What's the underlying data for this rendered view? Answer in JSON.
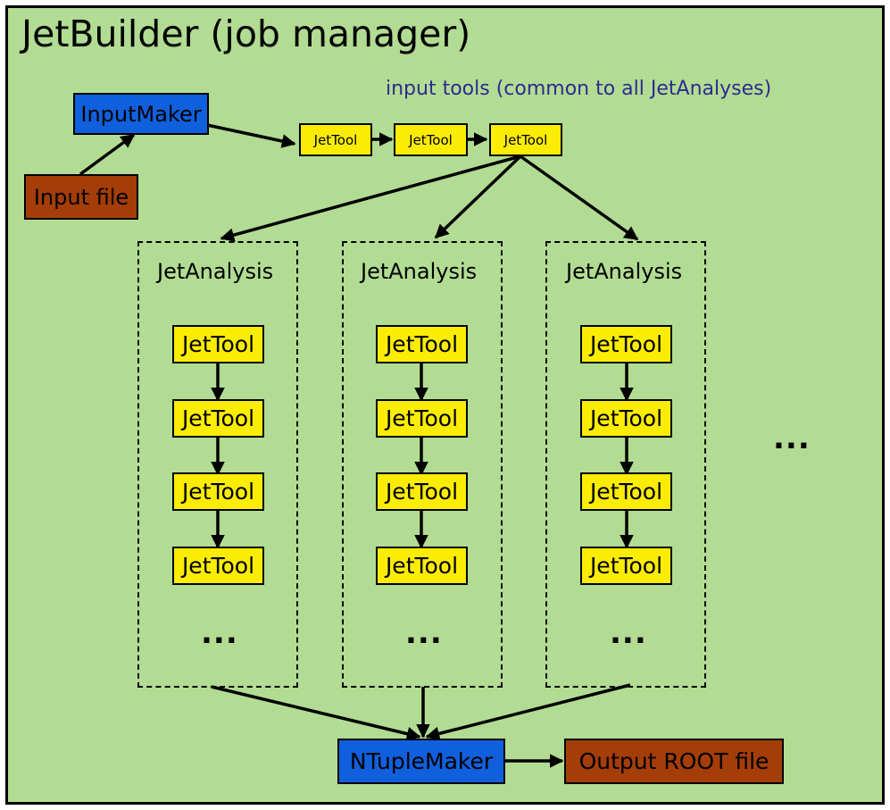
{
  "title": "JetBuilder (job manager)",
  "input_tools_label": "input tools (common to all JetAnalyses)",
  "input_maker": "InputMaker",
  "input_file": "Input file",
  "input_chain": [
    "JetTool",
    "JetTool",
    "JetTool"
  ],
  "analyses": [
    {
      "label": "JetAnalysis",
      "tools": [
        "JetTool",
        "JetTool",
        "JetTool",
        "JetTool"
      ],
      "more": "..."
    },
    {
      "label": "JetAnalysis",
      "tools": [
        "JetTool",
        "JetTool",
        "JetTool",
        "JetTool"
      ],
      "more": "..."
    },
    {
      "label": "JetAnalysis",
      "tools": [
        "JetTool",
        "JetTool",
        "JetTool",
        "JetTool"
      ],
      "more": "..."
    }
  ],
  "more_analyses": "...",
  "ntuple_maker": "NTupleMaker",
  "output_file": "Output ROOT file",
  "colors": {
    "background": "#b2dc93",
    "maker": "#1060dd",
    "file": "#a43d08",
    "tool": "#fbec05",
    "subtitle": "#2d2b8f"
  }
}
